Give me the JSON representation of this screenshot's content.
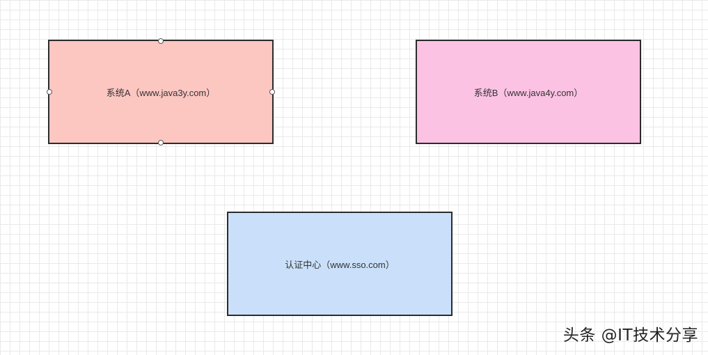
{
  "diagram": {
    "nodes": [
      {
        "id": "system-a",
        "label": "系统A（www.java3y.com）",
        "fill": "#fcc6c1",
        "selected": true
      },
      {
        "id": "system-b",
        "label": "系统B（www.java4y.com）",
        "fill": "#fcc2e4",
        "selected": false
      },
      {
        "id": "sso",
        "label": "认证中心（www.sso.com）",
        "fill": "#cae0fa",
        "selected": false
      }
    ]
  },
  "watermark": {
    "text": "头条 @IT技术分享"
  },
  "colors": {
    "grid": "#e9e9e9",
    "border": "#2b2b2b",
    "text": "#333333"
  }
}
